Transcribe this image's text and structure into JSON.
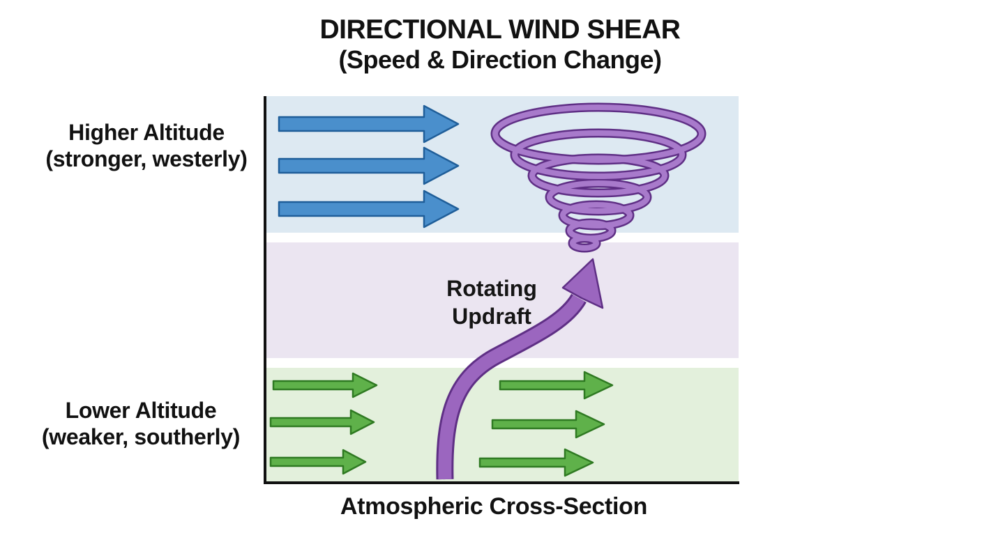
{
  "title": "DIRECTIONAL WIND SHEAR",
  "subtitle": "(Speed & Direction Change)",
  "high_altitude": {
    "label_line1": "Higher Altitude",
    "label_line2": "(stronger, westerly)",
    "band_color": "#dde9f2",
    "arrow_color": "#4a8fcc",
    "arrow_outline": "#1f5e99"
  },
  "middle_band": {
    "band_color": "#ebe5f1"
  },
  "low_altitude": {
    "label_line1": "Lower Altitude",
    "label_line2": "(weaker, southerly)",
    "band_color": "#e3f0dc",
    "arrow_color": "#5fb14a",
    "arrow_outline": "#2f7a22"
  },
  "updraft": {
    "label_line1": "Rotating",
    "label_line2": "Updraft",
    "color": "#9b66bf",
    "outline": "#5f2f85"
  },
  "caption": "Atmospheric Cross-Section"
}
